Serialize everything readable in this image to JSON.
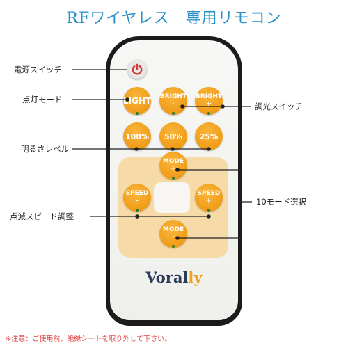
{
  "title": "RFワイヤレス　専用リモコン",
  "labels": {
    "power_switch": "電源スイッチ",
    "light_mode": "点灯モード",
    "dimmer_switch": "調光スイッチ",
    "brightness_level": "明るさレベル",
    "mode_select": "10モード選択",
    "blink_speed": "点滅スピード調整"
  },
  "buttons": {
    "light": "LIGHT",
    "bright_minus": [
      "BRIGHT",
      "-"
    ],
    "bright_plus": [
      "BRIGHT",
      "+"
    ],
    "level_100": "100%",
    "level_50": "50%",
    "level_25": "25%",
    "mode_plus": [
      "MODE",
      "+"
    ],
    "speed_minus": [
      "SPEED",
      "-"
    ],
    "speed_plus": [
      "SPEED",
      "+"
    ],
    "mode_minus": [
      "MODE",
      "-"
    ]
  },
  "logo": {
    "main": "Voral",
    "accent": "ly"
  },
  "note": "※注意：ご使用前、絶縁シートを取り外して下さい。",
  "colors": {
    "title": "#2a8fc9",
    "button": "#f09c17",
    "pad": "#f6dba8",
    "power_icon": "#d63a3a",
    "note": "#e04545",
    "remote_body": "#1b1b1b"
  },
  "icons": {
    "power": "power-icon"
  }
}
